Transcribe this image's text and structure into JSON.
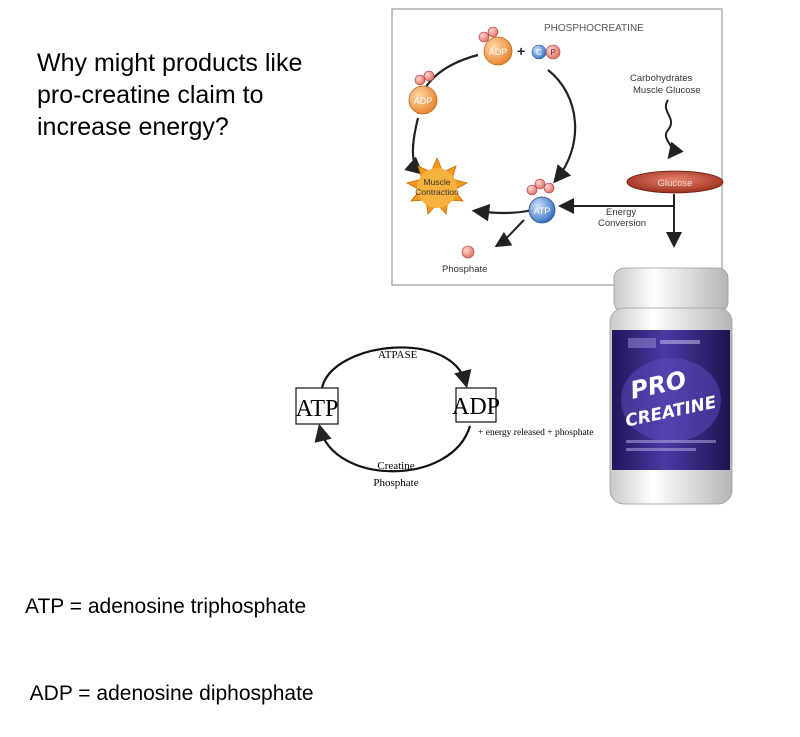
{
  "question": {
    "text": "Why might products like pro-creatine claim to increase energy?"
  },
  "definitions": {
    "atp": "ATP = adenosine triphosphate",
    "adp": " ADP = adenosine diphosphate"
  },
  "cycle_figure": {
    "title": "PHOSPHOCREATINE",
    "adp_top": "ADP",
    "cp": "C",
    "cp_p": "P",
    "plus": "+",
    "adp_left": "ADP",
    "muscle_contraction_1": "Muscle",
    "muscle_contraction_2": "Contraction",
    "atp": "ATP",
    "carbs_1": "Carbohydrates",
    "carbs_2": "Muscle Glucose",
    "glucose": "Glucose",
    "energy_1": "Energy",
    "energy_2": "Conversion",
    "phosphate": "Phosphate"
  },
  "simple_cycle": {
    "atpase": "ATPASE",
    "atp": "ATP",
    "adp": "ADP",
    "released": "+ energy released + phosphate",
    "creatine_1": "Creatine",
    "creatine_2": "Phosphate"
  },
  "product": {
    "brand_line1": "PRO",
    "brand_line2": "CREATINE"
  },
  "colors": {
    "adp_orange": "#f5a04a",
    "atp_blue": "#4f8fd6",
    "sun_orange": "#f39a1e",
    "glucose_red": "#b0301f",
    "jar_purple": "#3b2a85"
  }
}
